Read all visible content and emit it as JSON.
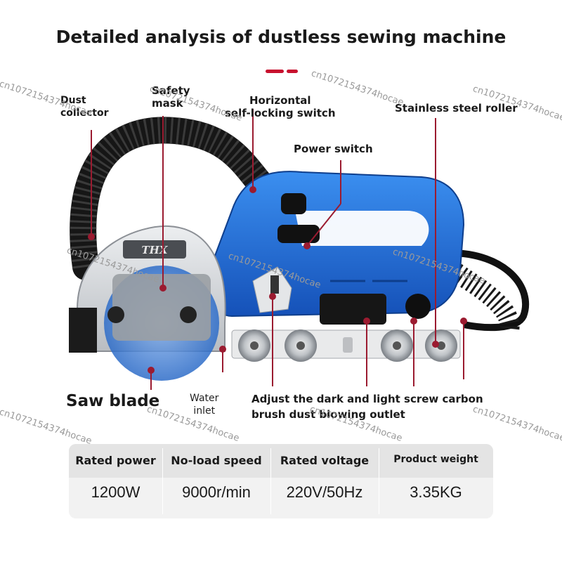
{
  "title": "Detailed analysis of dustless sewing machine",
  "callouts": {
    "dust_collector": [
      "Dust",
      "collector"
    ],
    "safety_mask": [
      "Safety",
      "mask"
    ],
    "horizontal_switch": [
      "Horizontal",
      "self-locking switch"
    ],
    "power_switch": "Power switch",
    "stainless_roller": "Stainless steel roller",
    "saw_blade": "Saw blade",
    "water_inlet": [
      "Water",
      "inlet"
    ],
    "adjust_screw": [
      "Adjust the dark and light screw carbon",
      "brush dust blowing outlet"
    ]
  },
  "watermark": "cn1072154374hocae",
  "brand_mark": "THX",
  "specs": {
    "headers": [
      "Rated power",
      "No-load speed",
      "Rated voltage",
      "Product weight"
    ],
    "values": [
      "1200W",
      "9000r/min",
      "220V/50Hz",
      "3.35KG"
    ]
  },
  "colors": {
    "body_blue": "#1f6fd6",
    "accent_red": "#c8102e",
    "hose_black": "#1c1c1c",
    "guard_silver": "#d6d8db"
  }
}
